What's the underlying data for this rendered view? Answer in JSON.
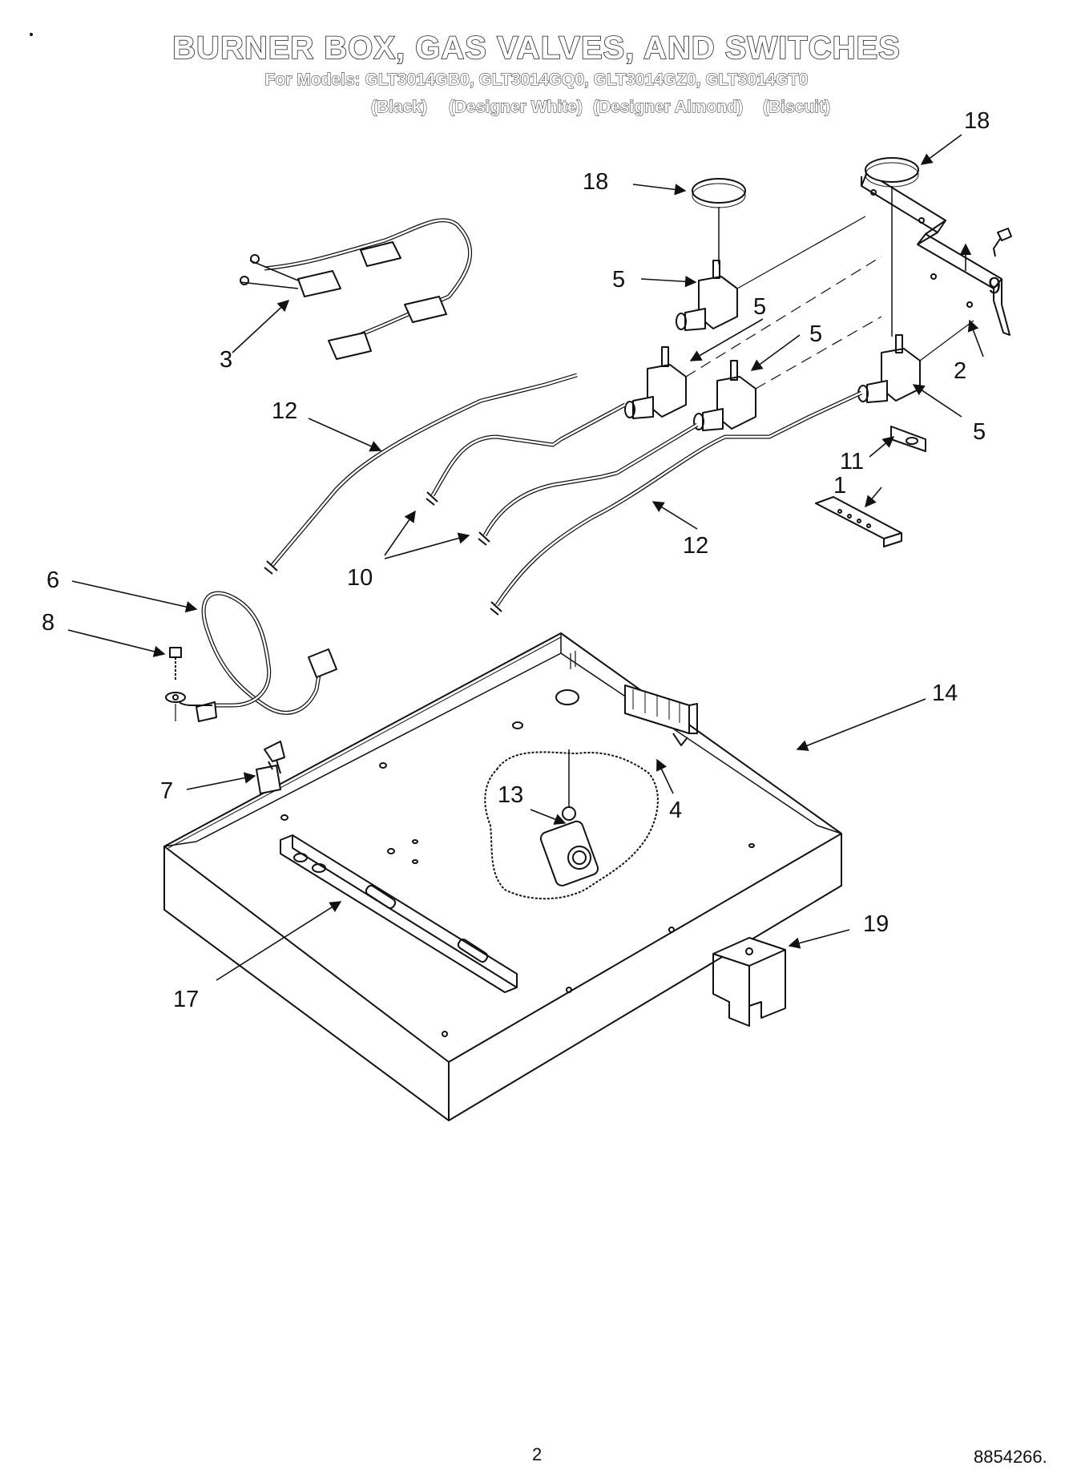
{
  "header": {
    "title": "BURNER BOX, GAS VALVES, AND SWITCHES",
    "models_line": "For Models: GLT3014GB0, GLT3014GQ0, GLT3014GZ0, GLT3014GT0",
    "color_variants": [
      "(Black)",
      "(Designer White)",
      "(Designer Almond)",
      "(Biscuit)"
    ]
  },
  "callouts": {
    "c1": "1",
    "c2": "2",
    "c3": "3",
    "c4": "4",
    "c5a": "5",
    "c5b": "5",
    "c5c": "5",
    "c5d": "5",
    "c6": "6",
    "c7": "7",
    "c8": "8",
    "c9": "9",
    "c10": "10",
    "c11": "11",
    "c12a": "12",
    "c12b": "12",
    "c13": "13",
    "c14": "14",
    "c17": "17",
    "c18a": "18",
    "c18b": "18",
    "c19": "19"
  },
  "footer": {
    "page_number": "2",
    "doc_number": "8854266."
  }
}
